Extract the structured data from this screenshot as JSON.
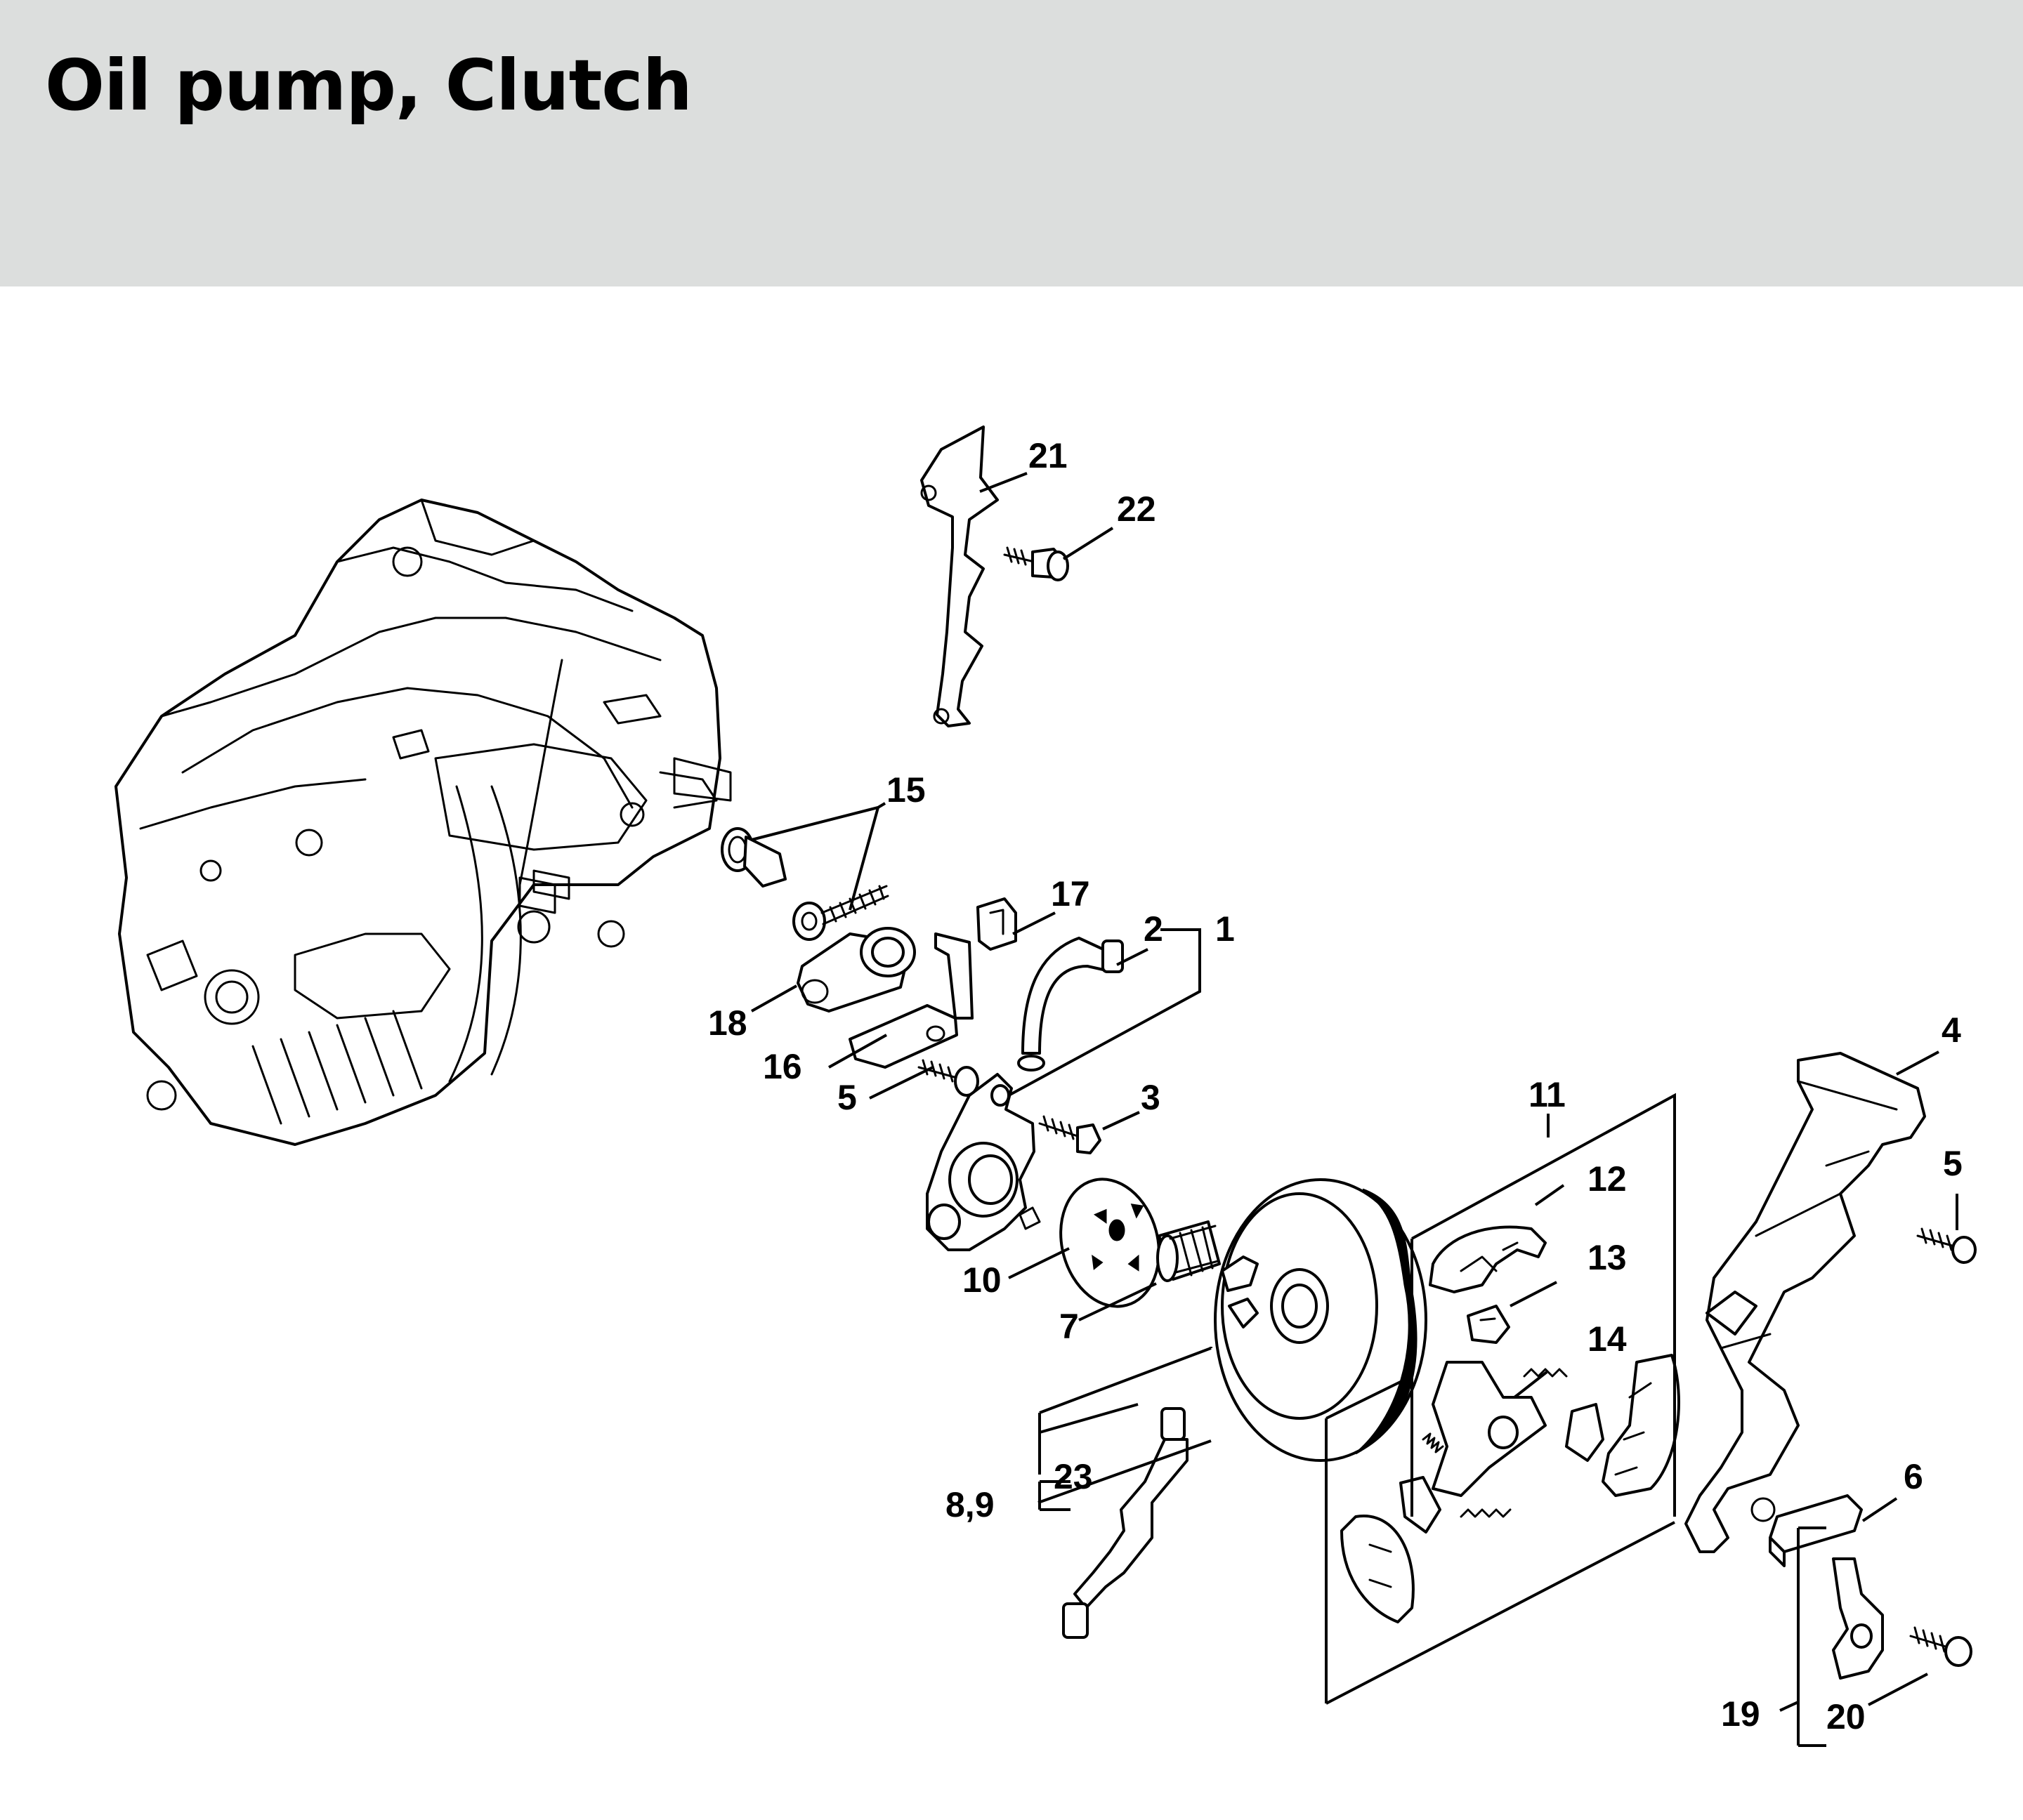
{
  "page": {
    "title": "Oil pump, Clutch"
  },
  "callouts": {
    "p1": "1",
    "p2": "2",
    "p3": "3",
    "p4": "4",
    "p5a": "5",
    "p5b": "5",
    "p6": "6",
    "p7": "7",
    "p8_9": "8,9",
    "p10": "10",
    "p11": "11",
    "p12": "12",
    "p13": "13",
    "p14": "14",
    "p15": "15",
    "p16": "16",
    "p17": "17",
    "p18": "18",
    "p19": "19",
    "p20": "20",
    "p21": "21",
    "p22": "22",
    "p23": "23"
  }
}
